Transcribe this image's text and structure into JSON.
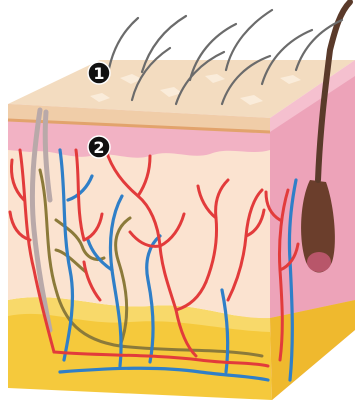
{
  "markers": [
    {
      "id": "marker-1",
      "label": "1"
    },
    {
      "id": "marker-2",
      "label": "2"
    }
  ],
  "colors": {
    "background": "#ffffff",
    "epidermis_top": "#f3dcc0",
    "epidermis_edge": "#e2a36c",
    "dermis_pink": "#f2b2c4",
    "dermis_light": "#fbe3d0",
    "hypodermis_yellow": "#f5c93c",
    "right_face": "#e58aa7",
    "artery": "#e23b3b",
    "vein": "#2f7fc8",
    "nerve": "#8b7a3a",
    "hair": "#5a3a2a",
    "marker_fill": "#111111"
  }
}
